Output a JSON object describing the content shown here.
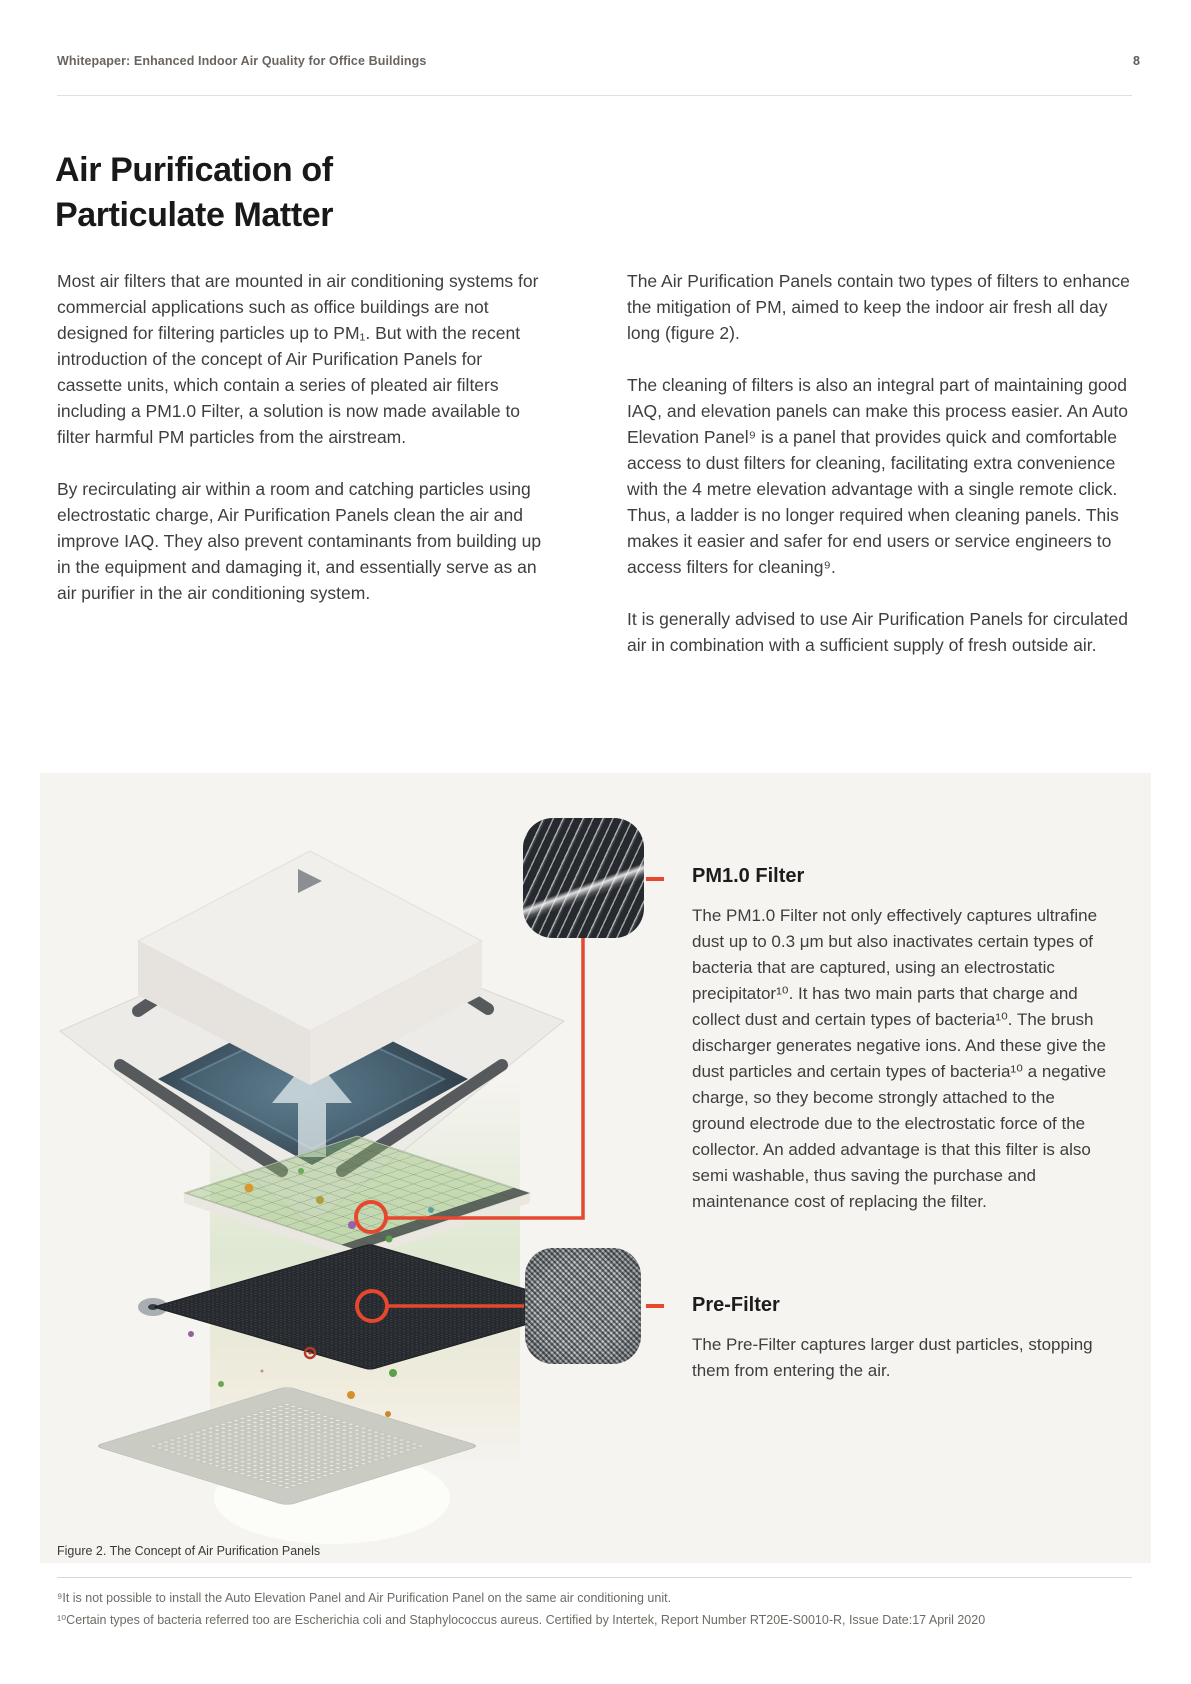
{
  "page": {
    "background": "#ffffff",
    "accent_red": "#e5472f"
  },
  "header": {
    "doc_label": "Whitepaper: Enhanced Indoor Air Quality for Office Buildings",
    "page_number": "8"
  },
  "article": {
    "title_line1": "Air Purification of",
    "title_line2": "Particulate Matter",
    "left_column": {
      "para1": "Most air filters that are mounted in air conditioning systems for commercial applications such as office buildings are not designed for filtering particles up to PM₁. But with the recent introduction of the concept of Air Purification Panels for cassette units, which contain a series of pleated air filters including a PM1.0 Filter, a solution is now made available to filter harmful PM particles from the airstream.",
      "para2": "By recirculating air within a room and catching particles using electrostatic charge, Air Purification Panels clean the air and improve IAQ. They also prevent contaminants from building up in the equipment and damaging it, and essentially serve as an air purifier in the air conditioning system."
    },
    "right_column": {
      "para1": "The Air Purification Panels contain two types of filters to enhance the mitigation of PM, aimed to keep the indoor air fresh all day long (figure 2).",
      "para2": "The cleaning of filters is also an integral part of maintaining good IAQ, and elevation panels can make this process easier. An Auto Elevation Panel⁹ is a panel that provides quick and comfortable access to dust filters for cleaning, facilitating extra convenience with the 4 metre elevation advantage with a single remote click. Thus, a ladder is no longer required when cleaning panels. This makes it easier and safer for end users or service engineers to access filters for cleaning⁹.",
      "para3": "It is generally advised to use Air Purification Panels for circulated air in combination with a sufficient supply of fresh outside air."
    }
  },
  "figure": {
    "background": "#f6f4f1",
    "caption": "Figure 2. The Concept of Air Purification Panels",
    "pm_filter": {
      "heading": "PM1.0 Filter",
      "body": "The PM1.0 Filter not only effectively captures ultrafine dust up to 0.3 μm but also inactivates certain types of bacteria that are captured, using an electrostatic precipitator¹⁰. It has two main parts that charge and collect dust and certain types of bacteria¹⁰. The brush discharger generates negative ions. And these give the dust particles and certain types of bacteria¹⁰ a negative charge, so they become strongly attached to the ground electrode due to the electrostatic force of the collector. An added advantage is that this filter is also semi washable, thus saving the purchase and maintenance cost of replacing the filter."
    },
    "pre_filter": {
      "heading": "Pre-Filter",
      "body": "The Pre-Filter captures larger dust particles, stopping them from entering the air."
    }
  },
  "footnotes": {
    "note9": "⁹It is not possible to install the Auto Elevation Panel and Air Purification Panel on the same air conditioning unit.",
    "note10": "¹⁰Certain types of bacteria referred too are Escherichia coli and Staphylococcus aureus. Certified by Intertek, Report Number RT20E-S0010-R, Issue Date:17 April 2020"
  }
}
